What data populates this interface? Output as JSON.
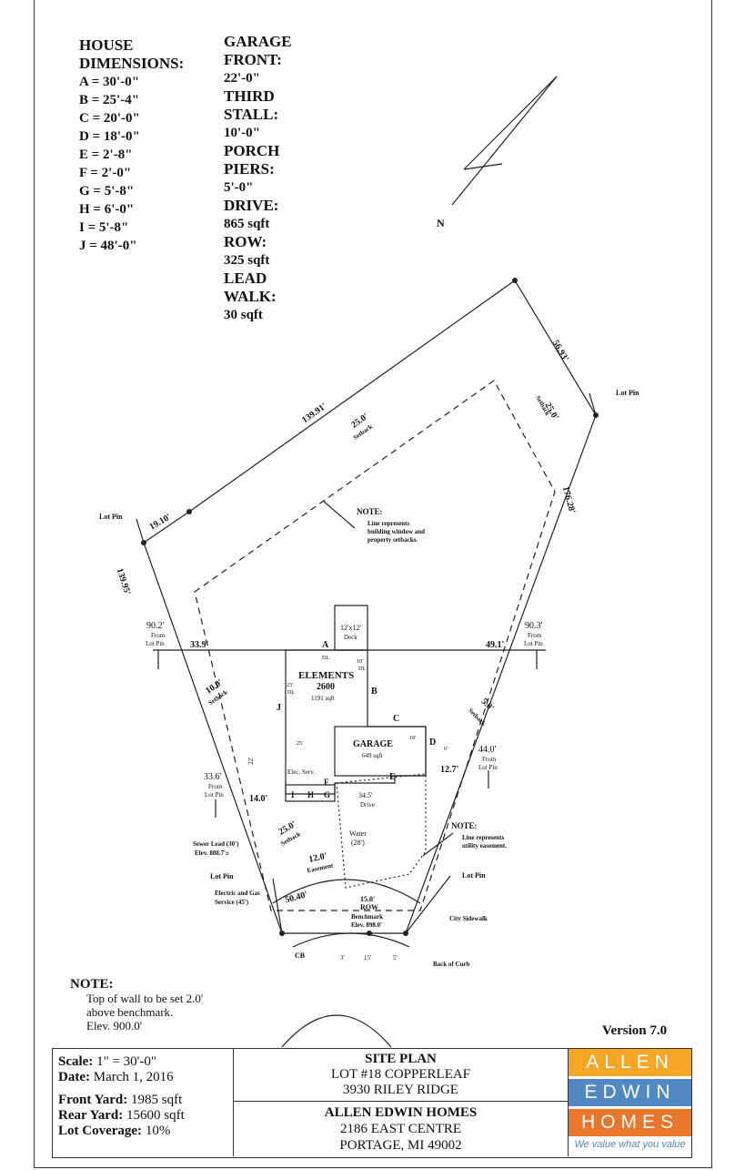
{
  "house_dimensions": {
    "title_line1": "HOUSE",
    "title_line2": "DIMENSIONS:",
    "items": [
      "A = 30'-0\"",
      "B = 25'-4\"",
      "C = 20'-0\"",
      "D = 18'-0\"",
      "E = 2'-8\"",
      "F = 2'-0\"",
      "G = 5'-8\"",
      "H = 6'-0\"",
      "I = 5'-8\"",
      "J = 48'-0\""
    ]
  },
  "garage_info": {
    "lines": [
      "GARAGE",
      "FRONT:",
      "22'-0\"",
      "THIRD",
      "STALL:",
      "10'-0\"",
      "PORCH",
      "PIERS:",
      "5'-0\"",
      "DRIVE:",
      "865 sqft",
      "ROW:",
      "325 sqft",
      "LEAD",
      "WALK:",
      "30 sqft"
    ],
    "bold_flags": [
      true,
      true,
      false,
      true,
      true,
      false,
      true,
      true,
      false,
      true,
      false,
      true,
      false,
      true,
      true,
      false
    ]
  },
  "north_label": "N",
  "lot_labels": {
    "rear": "139.91'",
    "ne_side": "56.93'",
    "east_side": "176.28'",
    "west_upper": "139.95'",
    "west_short": "19.10'",
    "front_arc": "50.40'",
    "lot_pin": "Lot Pin",
    "rear_setback": "25.0'",
    "rear_setback_sub": "Setback",
    "ne_setback": "25.0'",
    "ne_setback_sub": "Setback",
    "west_setback": "10.0'",
    "west_setback_sub": "Setback",
    "east_setback": "5.0'",
    "east_setback_sub": "Setback",
    "front_setback": "25.0'",
    "front_setback_sub": "Setback",
    "easement": "12.0'",
    "easement_sub": "Easement"
  },
  "notes_on_plan": {
    "note1_title": "NOTE:",
    "note1_line1": "Line represents",
    "note1_line2": "building window and",
    "note1_line3": "property setbacks.",
    "note2_title": "NOTE:",
    "note2_line1": "Line represents",
    "note2_line2": "utility easement."
  },
  "distances": {
    "left_from_pin": "90.2'",
    "right_from_pin": "90.3'",
    "from": "From",
    "lot_pin": "Lot Pin",
    "left_offset": "33.9'",
    "right_offset": "49.1'",
    "lower_left_from_pin": "33.6'",
    "lower_left_offset": "14.0'",
    "right_lower_from_pin": "44.0'",
    "right_lower_offset": "12.7'"
  },
  "house": {
    "name": "ELEMENTS",
    "model": "2600",
    "sqft": "1191 sqft",
    "deck": "12'x12'",
    "deck_sub": "Deck",
    "letters": [
      "A",
      "B",
      "C",
      "D",
      "E",
      "F",
      "G",
      "H",
      "I",
      "J"
    ],
    "dl": "DL",
    "dim_10": "10'",
    "dim_25": "25'",
    "dim_23": "23'",
    "dim_18": "18'",
    "dim_22": "22'",
    "dim_6": "6'",
    "elec_serv": "Elec. Serv."
  },
  "garage": {
    "name": "GARAGE",
    "sqft": "649 sqft"
  },
  "drive": {
    "length": "34.5'",
    "label": "Drive",
    "water": "Water",
    "water_len": "(28')"
  },
  "utilities": {
    "sewer_line1": "Sewer Lead (30')",
    "sewer_line2": "Elev. 888.7'±",
    "elec_line1": "Electric and Gas",
    "elec_line2": "Service (45')",
    "row_width": "15.0'",
    "row": "ROW",
    "benchmark": "Benchmark",
    "benchmark_elev": "Elev. 898.0'",
    "city_sidewalk": "City Sidewalk",
    "back_of_curb": "Back of Curb",
    "cb": "CB",
    "w3": "3'",
    "w15": "15'",
    "w5": "5'"
  },
  "bottom_note": {
    "title": "NOTE:",
    "line1": "Top of wall to be set 2.0'",
    "line2": "above benchmark.",
    "line3": "Elev.   900.0'"
  },
  "version": "Version 7.0",
  "title_block": {
    "scale_label": "Scale:",
    "scale_value": "1\" = 30'-0\"",
    "date_label": "Date:",
    "date_value": "March 1, 2016",
    "front_yard_label": "Front Yard:",
    "front_yard_value": "1985 sqft",
    "rear_yard_label": "Rear Yard:",
    "rear_yard_value": "15600 sqft",
    "lot_coverage_label": "Lot Coverage:",
    "lot_coverage_value": "10%",
    "plan_title": "SITE PLAN",
    "lot": "LOT #18 COPPERLEAF",
    "address1": "3930 RILEY RIDGE",
    "company": "ALLEN EDWIN HOMES",
    "company_addr1": "2186 EAST CENTRE",
    "company_addr2": "PORTAGE, MI  49002"
  },
  "logo": {
    "word1": "ALLEN",
    "word2": "EDWIN",
    "word3": "HOMES",
    "tagline": "We value what you value",
    "color1": "#f5a623",
    "color2": "#4f88c2",
    "color3": "#e8762b"
  }
}
